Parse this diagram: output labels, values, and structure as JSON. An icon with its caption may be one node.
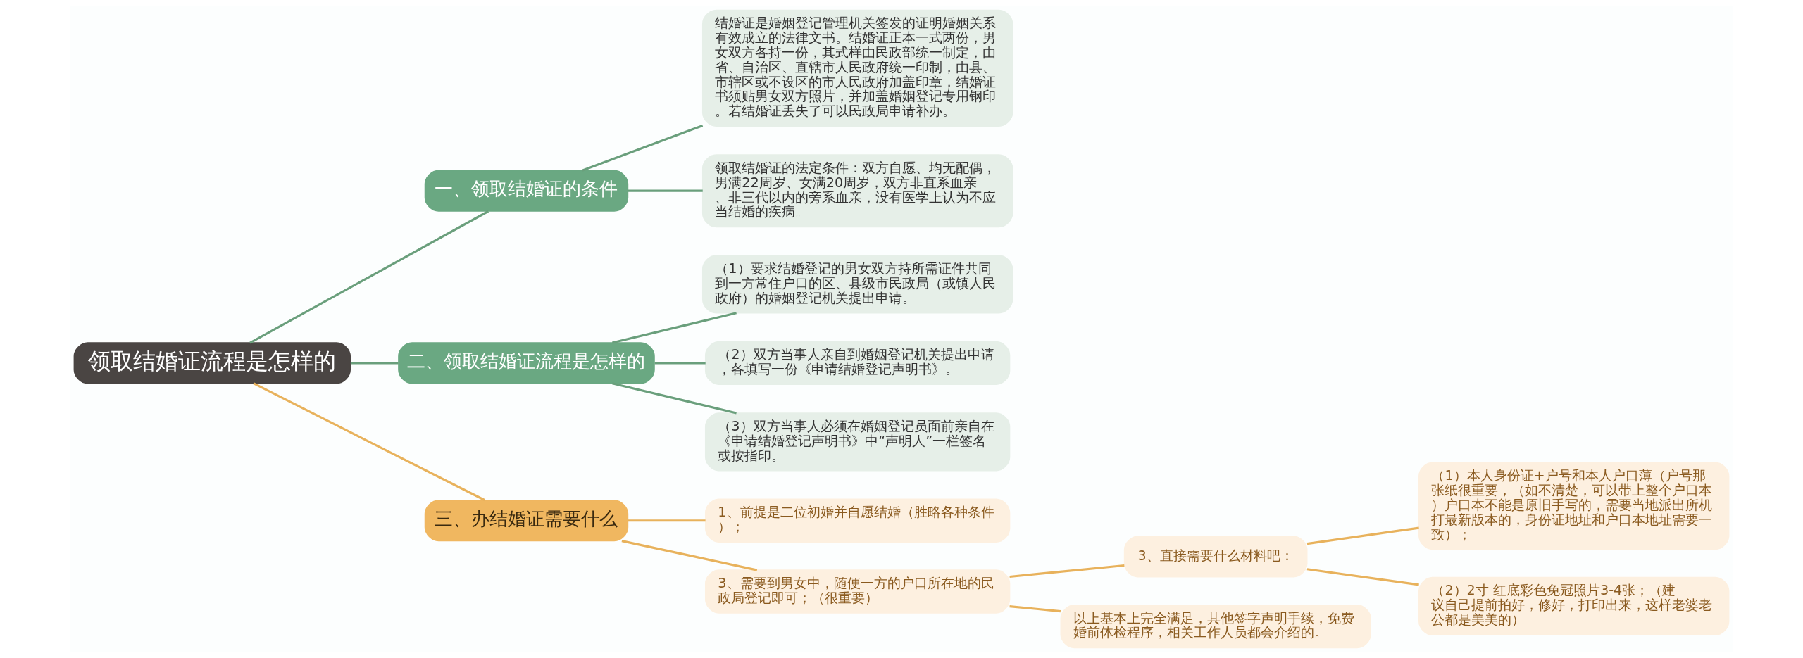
{
  "diagram": {
    "nodes": [
      {
        "text": [
          "领取结婚证流程是怎样的"
        ]
      },
      {
        "text": [
          "一、领取结婚证的条件"
        ]
      },
      {
        "text": [
          "结婚证是婚姻登记管理机关签发的证明婚姻关系有效成立的法律文书。结婚证正本一式两份，男女双方各持一份，其式样由民政部统一制定，由省、自治区、直辖市人民政府统一印制，由县、市辖区或不设区的市人民政府加盖印章，结婚证书须贴男女双方照片，并加盖婚姻登记专用钢印。若结婚证丢失了可以民政局申请补办。"
        ]
      },
      {
        "text": [
          "领取结婚证的法定条件：双方自愿、均无配偶，男满22周岁、女满20周岁，双方非直系血亲、非三代以内的旁系血亲，没有医学上认为不应当结婚的疾病。"
        ]
      },
      {
        "text": [
          "二、领取结婚证流程是怎样的"
        ]
      },
      {
        "text": [
          "（1）要求结婚登记的男女双方持所需证件共同到一方常住户口的区、县级市民政局（或镇人民政府）的婚姻登记机关提出申请。"
        ]
      },
      {
        "text": [
          "（2）双方当事人亲自到婚姻登记机关提出申请，各填写一份《申请结婚登记声明书》。"
        ]
      },
      {
        "text": [
          "（3）双方当事人必须在婚姻登记员面前亲自在《申请结婚登记声明书》中“声明人”一栏签名或按指印。"
        ]
      },
      {
        "text": [
          "三、办结婚证需要什么"
        ]
      },
      {
        "text": [
          "1、前提是二位初婚并自愿结婚（胜略各种条件）；"
        ]
      },
      {
        "text": [
          "3、需要到男女中，随便一方的户口所在地的民政局登记即可；（很重要）"
        ]
      },
      {
        "text": [
          "3、直接需要什么材料吧："
        ]
      },
      {
        "text": [
          "（1）本人身份证+户号和本人户口薄（户号那张纸很重要，（如不清楚，可以带上整个户口本）户口本不能是原旧手写的，需要当地派出所机打最新版本的，身份证地址和户口本地址需要一致）；"
        ]
      },
      {
        "text": [
          "（2）2寸 红底彩色免冠照片3-4张；（建议自己提前拍好，修好，打印出来，这样老婆老公都是美美的）"
        ]
      },
      {
        "text": [
          "以上基本上完全满足，其他签字声明手续，免费婚前体检程序，相关工作人员都会介绍的。"
        ]
      }
    ],
    "edges": [
      {
        "from": 0,
        "to": 1,
        "arrow": "none"
      },
      {
        "from": 1,
        "to": 2,
        "arrow": "none"
      },
      {
        "from": 1,
        "to": 3,
        "arrow": "none"
      },
      {
        "from": 0,
        "to": 4,
        "arrow": "none"
      },
      {
        "from": 4,
        "to": 5,
        "arrow": "none"
      },
      {
        "from": 4,
        "to": 6,
        "arrow": "none"
      },
      {
        "from": 4,
        "to": 7,
        "arrow": "none"
      },
      {
        "from": 0,
        "to": 8,
        "arrow": "none",
        "color": "#e8b25c"
      },
      {
        "from": 8,
        "to": 9,
        "arrow": "none",
        "color": "#e8b25c"
      },
      {
        "from": 8,
        "to": 10,
        "arrow": "none",
        "color": "#e8b25c"
      },
      {
        "from": 10,
        "to": 11,
        "arrow": "none",
        "color": "#e8b25c"
      },
      {
        "from": 11,
        "to": 12,
        "arrow": "none",
        "color": "#e8b25c"
      },
      {
        "from": 11,
        "to": 13,
        "arrow": "none",
        "color": "#e8b25c"
      },
      {
        "from": 10,
        "to": 14,
        "arrow": "none",
        "color": "#e8b25c"
      }
    ]
  }
}
